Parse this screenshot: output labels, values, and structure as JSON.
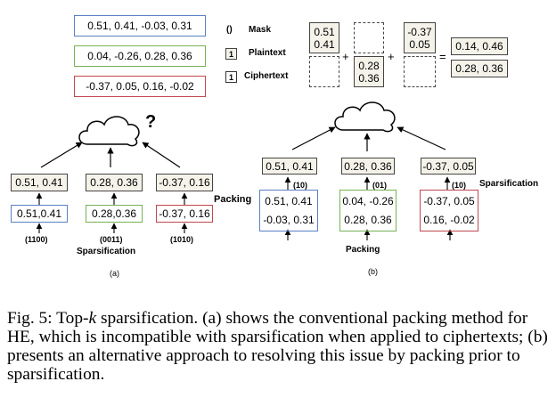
{
  "panel_a": {
    "vectors": [
      "0.51, 0.41, -0.03, 0.31",
      "0.04, -0.26, 0.28, 0.36",
      "-0.37, 0.05, 0.16, -0.02"
    ],
    "top_row": [
      "0.51, 0.41",
      "0.28, 0.36",
      "-0.37, 0.16"
    ],
    "bottom_row": [
      "0.51,0.41",
      "0.28,0.36",
      "-0.37, 0.16"
    ],
    "masks": [
      "(1100)",
      "(0011)",
      "(1010)"
    ],
    "sparsification_label": "Sparsification",
    "cloud_question": "?",
    "caption": "(a)"
  },
  "legend": {
    "mask_symbol": "()",
    "mask_label": "Mask",
    "plaintext_symbol": "1",
    "plaintext_label": "Plaintext",
    "ciphertext_symbol": "1",
    "ciphertext_label": "Ciphertext"
  },
  "equation": {
    "term1_top": [
      "0.51",
      "0.41"
    ],
    "term2_bottom": [
      "0.28",
      "0.36"
    ],
    "term3_top": [
      "-0.37",
      "0.05"
    ],
    "plus": "+",
    "equals": "=",
    "result": [
      "0.14,  0.46",
      "0.28,  0.36"
    ]
  },
  "panel_b": {
    "top_row": [
      "0.51, 0.41",
      "0.28, 0.36",
      "-0.37,  0.05"
    ],
    "masks": [
      "(10)",
      "(01)",
      "(10)"
    ],
    "packed_top": [
      "0.51, 0.41",
      "0.04, -0.26",
      "-0.37, 0.05"
    ],
    "packed_bottom": [
      "-0.03, 0.31",
      "0.28, 0.36",
      "0.16, -0.02"
    ],
    "packing_left_label": "Packing",
    "packing_bottom_label": "Packing",
    "sparsification_label": "Sparsification",
    "caption": "(b)"
  },
  "figure_caption": {
    "prefix": "Fig. 5: Top-",
    "k": "k",
    "text": " sparsification. (a) shows the conventional packing method for HE, which is incompatible with sparsification when applied to ciphertexts; (b) presents an alternative approach to resolving this issue by packing prior to sparsification."
  }
}
